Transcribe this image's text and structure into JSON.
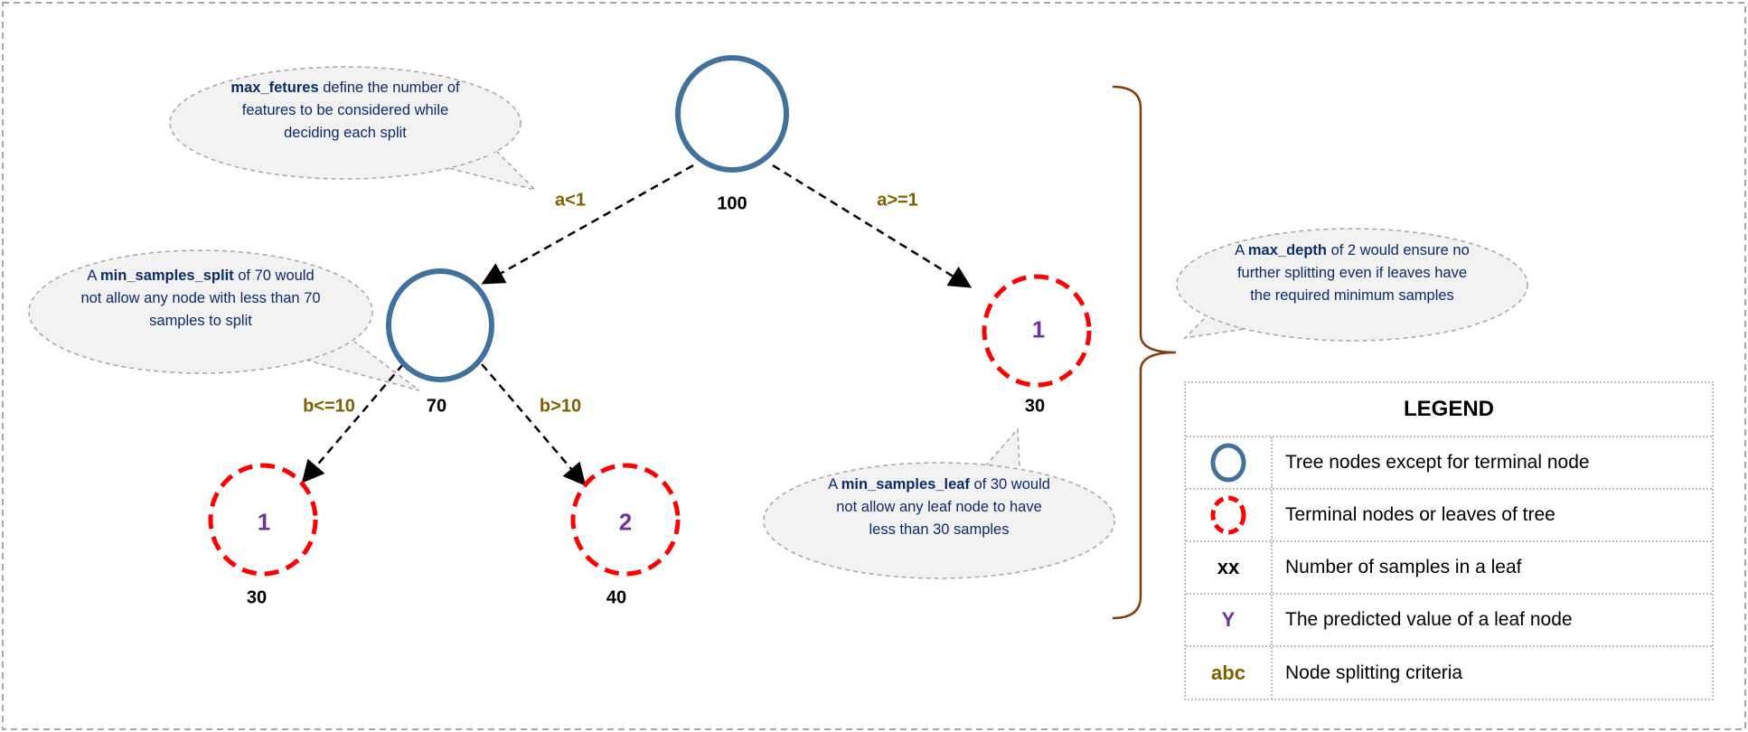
{
  "tree": {
    "root": {
      "count": "100"
    },
    "left_node": {
      "count": "70"
    },
    "right_leaf": {
      "value": "1",
      "count": "30"
    },
    "left_leaf_1": {
      "value": "1",
      "count": "30"
    },
    "left_leaf_2": {
      "value": "2",
      "count": "40"
    },
    "criteria": {
      "root_left": "a<1",
      "root_right": "a>=1",
      "left_left": "b<=10",
      "left_right": "b>10"
    }
  },
  "callouts": {
    "max_features": {
      "bold": "max_fetures",
      "text": " define the number of features to be considered while deciding each split"
    },
    "min_samples_split": {
      "prefix": "A ",
      "bold": "min_samples_split",
      "text": " of 70 would not allow any node with less than 70 samples to split"
    },
    "min_samples_leaf": {
      "prefix": "A ",
      "bold": "min_samples_leaf",
      "text": " of 30 would not allow any leaf node to have less than 30 samples"
    },
    "max_depth": {
      "prefix": "A ",
      "bold": "max_depth",
      "text": " of 2 would ensure no further splitting even if leaves have the required minimum samples"
    }
  },
  "legend": {
    "title": "LEGEND",
    "rows": [
      {
        "symbol": "blue-circle-icon",
        "label": "Tree nodes except for terminal node"
      },
      {
        "symbol": "red-dashed-circle-icon",
        "label": "Terminal nodes or leaves of tree"
      },
      {
        "symbol_text": "xx",
        "label": "Number of samples in a leaf"
      },
      {
        "symbol_text": "Y",
        "label": "The predicted value of a leaf node"
      },
      {
        "symbol_text": "abc",
        "label": "Node splitting criteria"
      }
    ]
  },
  "colors": {
    "node": "#41719c",
    "leaf": "#ff0000",
    "criteria": "#7f6000",
    "prediction": "#7030a0",
    "callout_text": "#0d2a6b",
    "brace": "#843c0c"
  }
}
